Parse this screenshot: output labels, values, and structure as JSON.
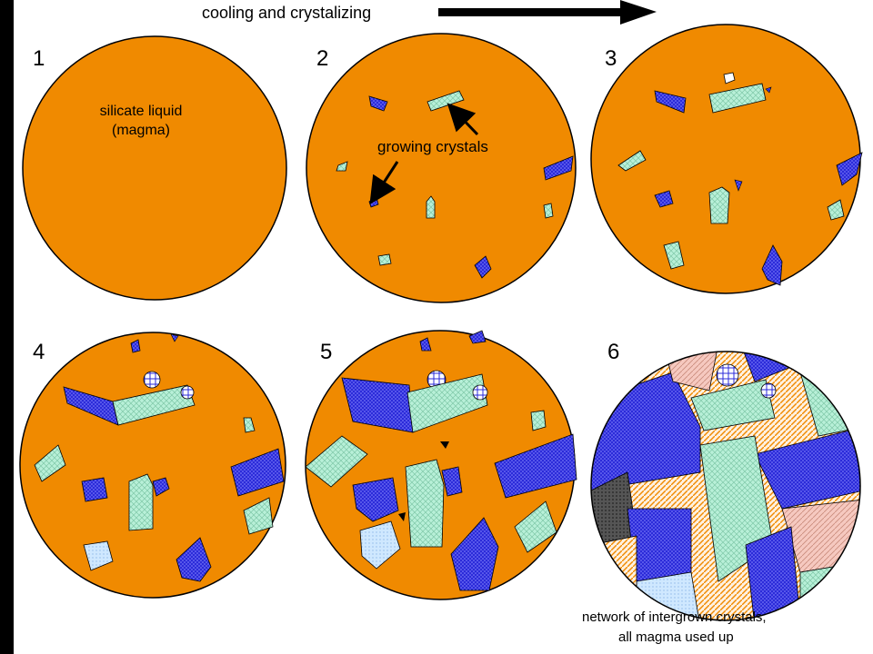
{
  "header": {
    "title": "cooling and crystalizing"
  },
  "stages": [
    {
      "number": "1"
    },
    {
      "number": "2"
    },
    {
      "number": "3"
    },
    {
      "number": "4"
    },
    {
      "number": "5"
    },
    {
      "number": "6"
    }
  ],
  "labels": {
    "silicate_line1": "silicate liquid",
    "silicate_line2": "(magma)",
    "growing": "growing crystals",
    "network_line1": "network of intergrown crystals;",
    "network_line2": "all magma used up"
  },
  "colors": {
    "magma": "#f08a00",
    "crystal_blue": "#2b2bd9",
    "crystal_green": "#b8f0d8",
    "crystal_pink": "#f6c9c0",
    "crystal_pale_blue": "#cfe8ff",
    "crystal_dark": "#333333"
  }
}
